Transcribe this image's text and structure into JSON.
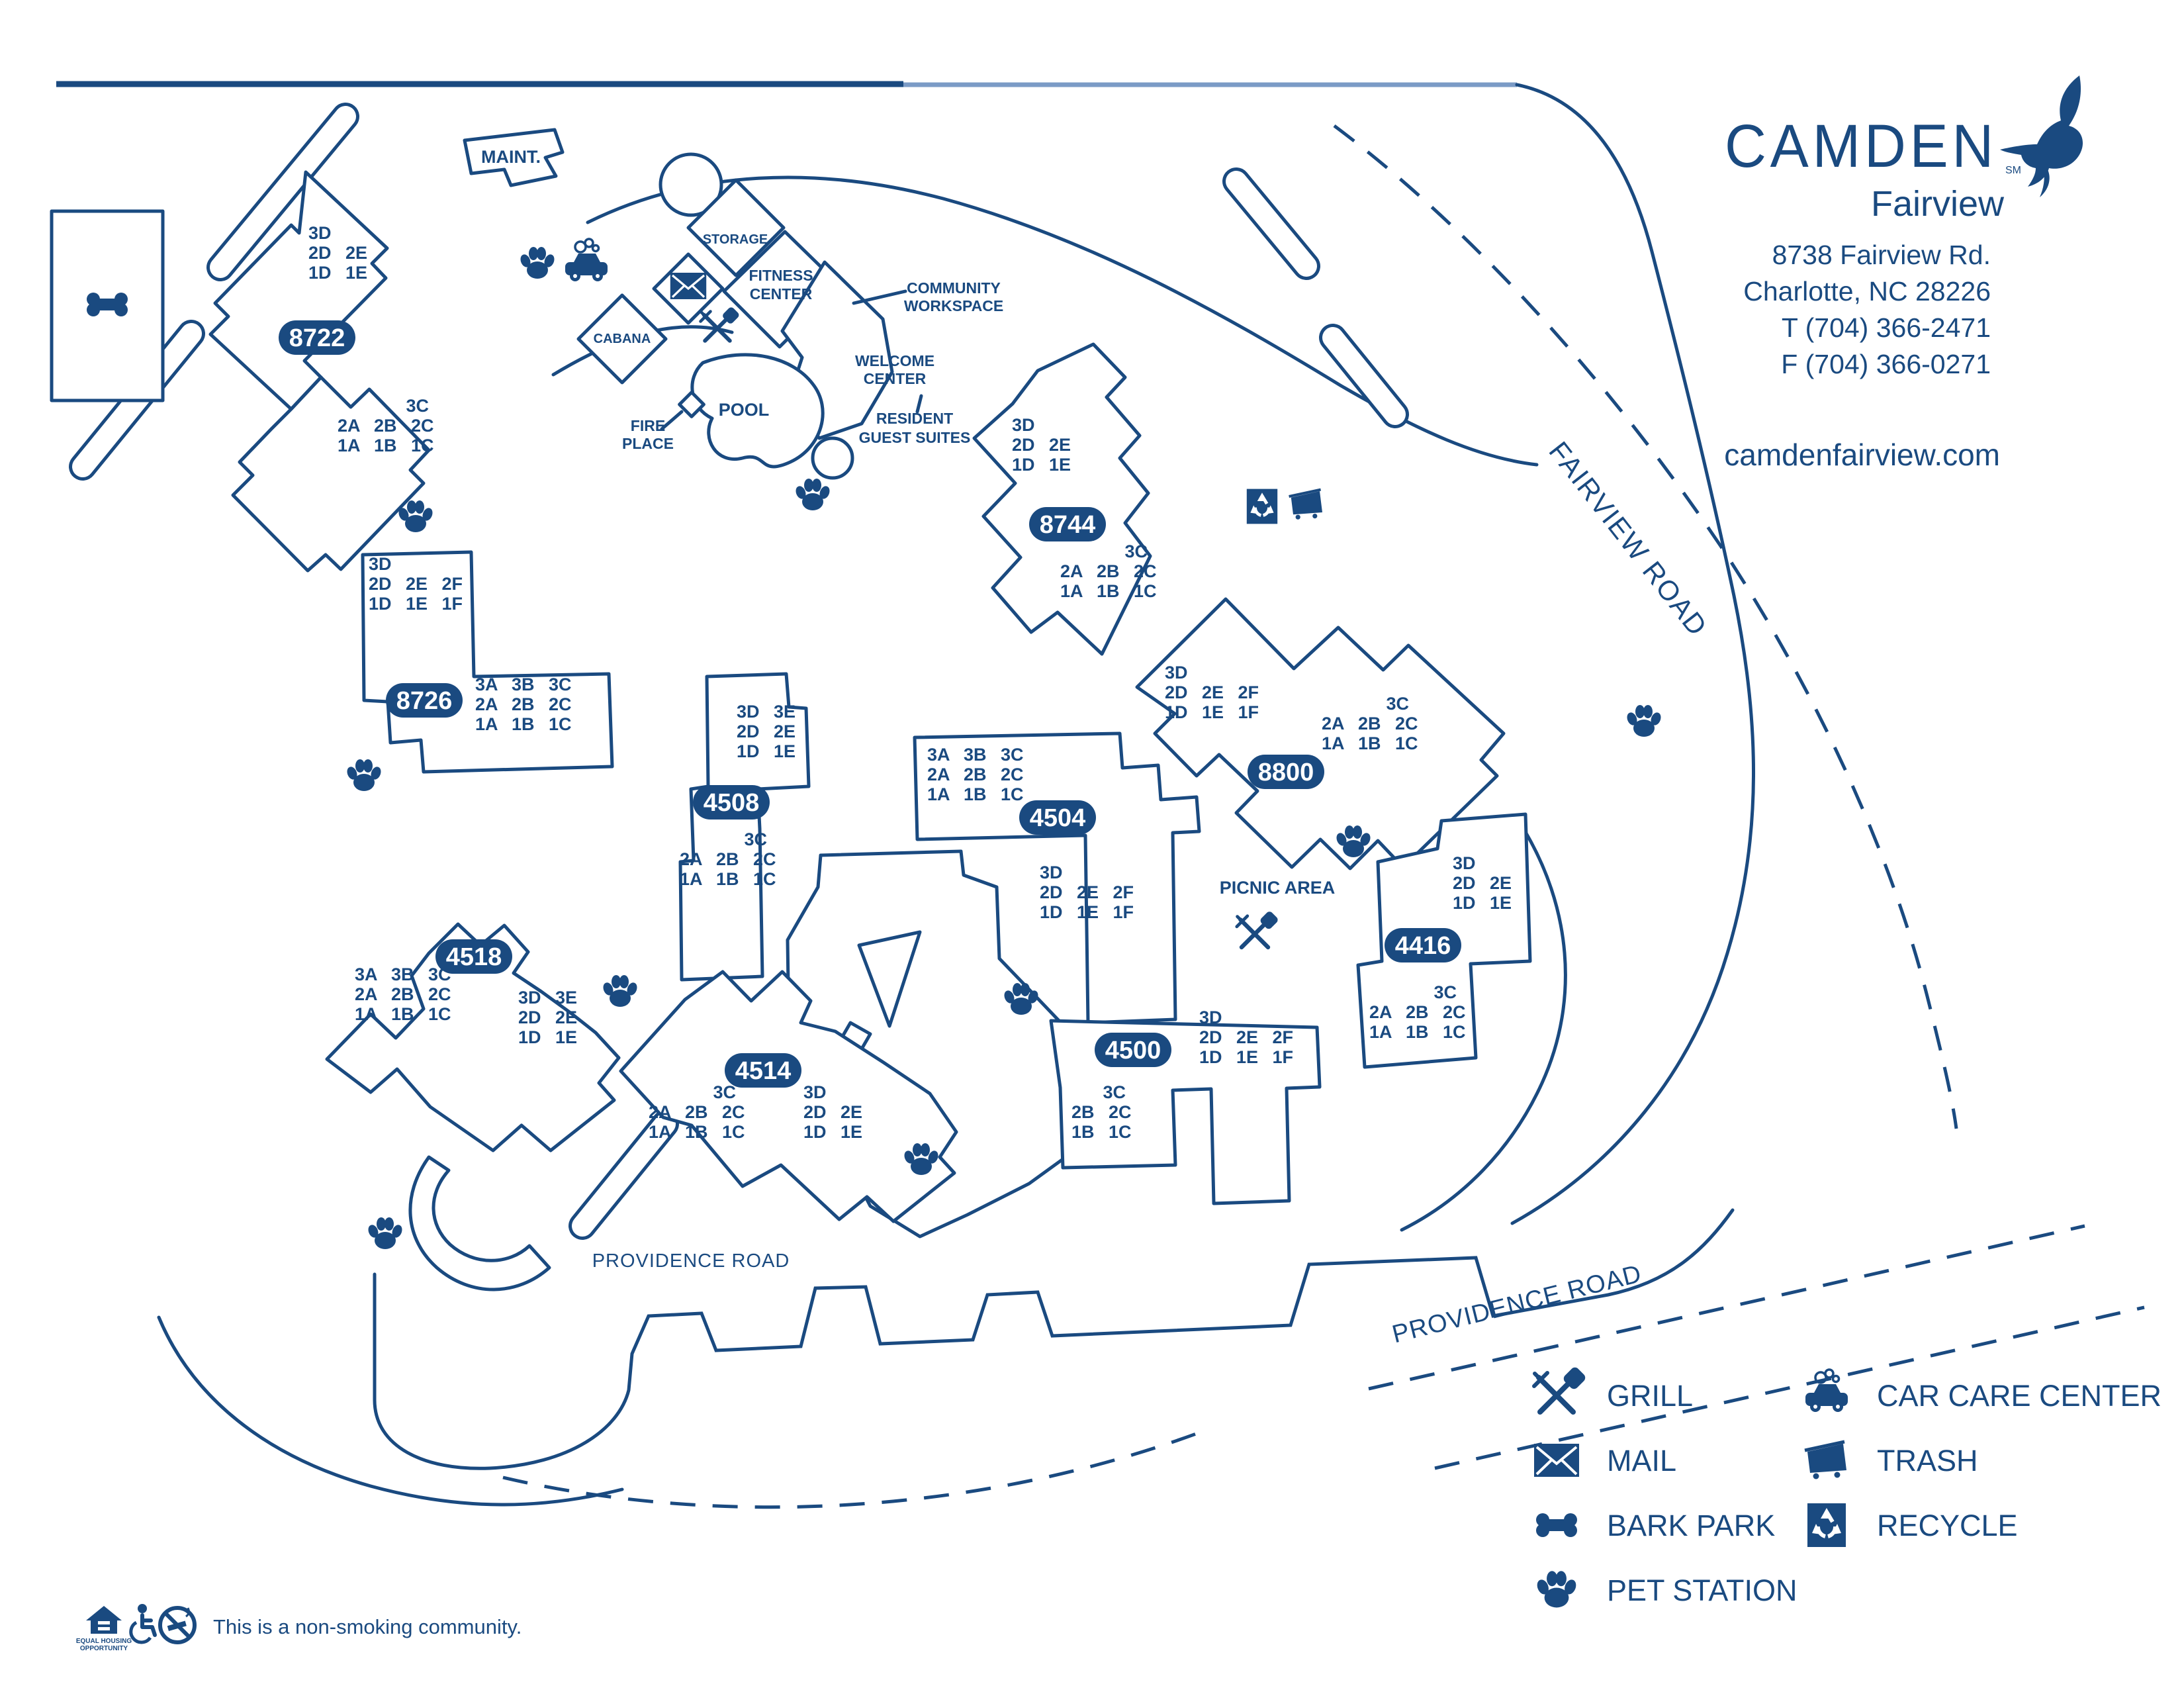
{
  "colors": {
    "primary": "#1a4a80",
    "white": "#ffffff"
  },
  "brand": {
    "logo": "CAMDEN",
    "service_mark": "SM",
    "community": "Fairview",
    "address_line1": "8738 Fairview Rd.",
    "address_line2": "Charlotte, NC  28226",
    "phone_t": "T (704) 366-2471",
    "phone_f": "F (704) 366-0271",
    "website": "camdenfairview.com"
  },
  "roads": {
    "fairview": "FAIRVIEW ROAD",
    "providence_left": "PROVIDENCE ROAD",
    "providence_right": "PROVIDENCE ROAD"
  },
  "amenities": {
    "maint": "MAINT.",
    "storage": "STORAGE",
    "fitness_1": "FITNESS",
    "fitness_2": "CENTER",
    "workspace_1": "COMMUNITY",
    "workspace_2": "WORKSPACE",
    "welcome_1": "WELCOME",
    "welcome_2": "CENTER",
    "cabana": "CABANA",
    "pool": "POOL",
    "fire_1": "FIRE",
    "fire_2": "PLACE",
    "guest_1": "RESIDENT",
    "guest_2": "GUEST SUITES",
    "picnic": "PICNIC AREA"
  },
  "buildings": {
    "8722": {
      "num": "8722",
      "top": [
        "3D",
        "2D 2E",
        "1D 1E"
      ],
      "bottom": [
        "3C",
        "2A 2B 2C",
        "1A 1B 1C"
      ]
    },
    "8726": {
      "num": "8726",
      "left": [
        "3D",
        "2D 2E 2F",
        "1D 1E 1F"
      ],
      "right": [
        "3A 3B 3C",
        "2A 2B 2C",
        "1A 1B 1C"
      ]
    },
    "8744": {
      "num": "8744",
      "top": [
        "3D",
        "2D 2E",
        "1D 1E"
      ],
      "bottom": [
        "3C",
        "2A 2B 2C",
        "1A 1B 1C"
      ]
    },
    "8800": {
      "num": "8800",
      "left": [
        "3D",
        "2D 2E 2F",
        "1D 1E 1F"
      ],
      "right": [
        "3C",
        "2A 2B 2C",
        "1A 1B 1C"
      ]
    },
    "4508": {
      "num": "4508",
      "top": [
        "3D 3E",
        "2D 2E",
        "1D 1E"
      ],
      "bottom": [
        "3C",
        "2A 2B 2C",
        "1A 1B 1C"
      ]
    },
    "4504": {
      "num": "4504",
      "top": [
        "3A 3B 3C",
        "2A 2B 2C",
        "1A 1B 1C"
      ],
      "bottom": [
        "3D",
        "2D 2E 2F",
        "1D 1E 1F"
      ]
    },
    "4518": {
      "num": "4518",
      "left": [
        "3A 3B 3C",
        "2A 2B 2C",
        "1A 1B 1C"
      ],
      "right": [
        "3D 3E",
        "2D 2E",
        "1D 1E"
      ]
    },
    "4514": {
      "num": "4514",
      "left": [
        "3C",
        "2A 2B 2C",
        "1A 1B 1C"
      ],
      "right": [
        "3D",
        "2D 2E",
        "1D 1E"
      ]
    },
    "4500": {
      "num": "4500",
      "left": [
        "3C",
        "2B 2C",
        "1B 1C"
      ],
      "right": [
        "3D",
        "2D 2E 2F",
        "1D 1E 1F"
      ]
    },
    "4416": {
      "num": "4416",
      "top": [
        "3D",
        "2D 2E",
        "1D 1E"
      ],
      "bottom": [
        "3C",
        "2A 2B 2C",
        "1A 1B 1C"
      ]
    }
  },
  "legend": {
    "col1": [
      {
        "icon": "grill-icon",
        "label": "GRILL"
      },
      {
        "icon": "mail-icon",
        "label": "MAIL"
      },
      {
        "icon": "bark-park-icon",
        "label": "BARK PARK"
      },
      {
        "icon": "pet-station-icon",
        "label": "PET STATION"
      }
    ],
    "col2": [
      {
        "icon": "car-care-icon",
        "label": "CAR CARE CENTER"
      },
      {
        "icon": "trash-icon",
        "label": "TRASH"
      },
      {
        "icon": "recycle-icon",
        "label": "RECYCLE"
      }
    ]
  },
  "footer": {
    "note": "This is a non-smoking community.",
    "equal_housing_1": "EQUAL HOUSING",
    "equal_housing_2": "OPPORTUNITY"
  }
}
